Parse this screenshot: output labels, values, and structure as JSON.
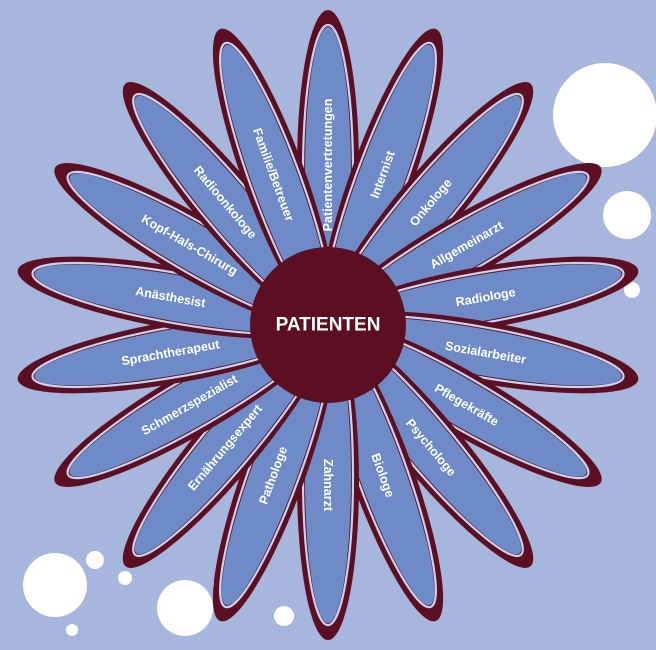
{
  "center": {
    "label": "PATIENTEN"
  },
  "petals": [
    {
      "label": "Patientenvertretungen"
    },
    {
      "label": "Internist"
    },
    {
      "label": "Onkologe"
    },
    {
      "label": "Allgemeinarzt"
    },
    {
      "label": "Radiologe"
    },
    {
      "label": "Sozialarbeiter"
    },
    {
      "label": "Pflegekräfte"
    },
    {
      "label": "Psychologe"
    },
    {
      "label": "Biologe"
    },
    {
      "label": "Zahnarzt"
    },
    {
      "label": "Pathologe"
    },
    {
      "label": "Ernährungsexpert"
    },
    {
      "label": "Schmerzspezialist"
    },
    {
      "label": "Sprachtherapeut"
    },
    {
      "label": "Anästhesist"
    },
    {
      "label": "Kopf-Hals-Chirurg"
    },
    {
      "label": "Radioonkologe"
    },
    {
      "label": "Familie/Betreuer"
    }
  ],
  "colors": {
    "background": "#a6b6dc",
    "petal_outer": "#5c0f22",
    "petal_rim": "#c7d3ef",
    "petal_inner": "#6e8bc7",
    "center": "#5c0f22",
    "bubbles": "#ffffff"
  }
}
